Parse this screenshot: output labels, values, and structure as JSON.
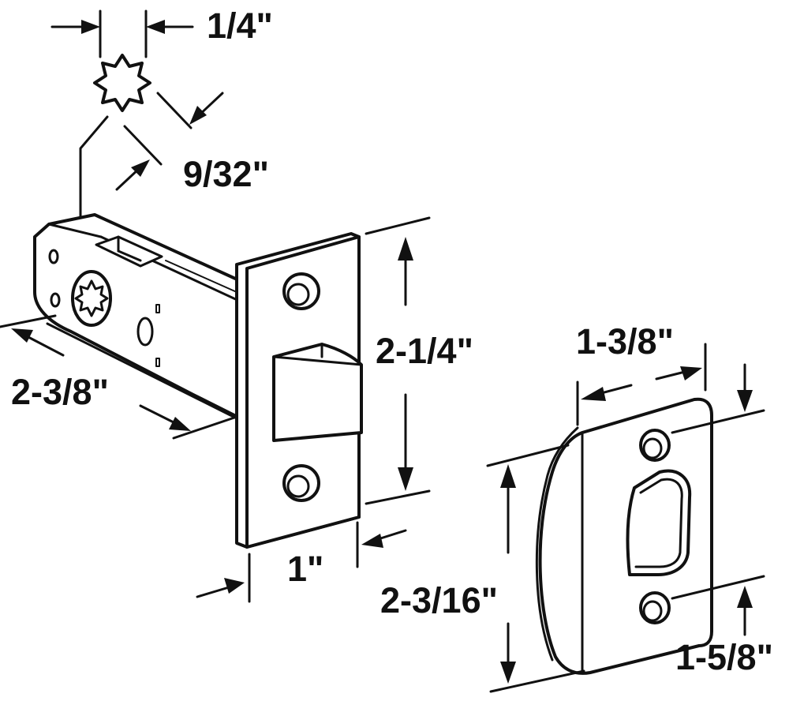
{
  "figure": {
    "dimensions": {
      "spindle_width": "1/4\"",
      "spindle_diagonal": "9/32\"",
      "backset": "2-3/8\"",
      "faceplate_height": "2-1/4\"",
      "faceplate_width": "1\"",
      "strike_width": "1-3/8\"",
      "strike_height": "2-3/16\"",
      "strike_hole_spacing": "1-5/8\""
    },
    "parts": [
      "latch-bolt-assembly",
      "strike-plate"
    ],
    "colors": {
      "line": "#111111",
      "background": "#ffffff"
    }
  }
}
